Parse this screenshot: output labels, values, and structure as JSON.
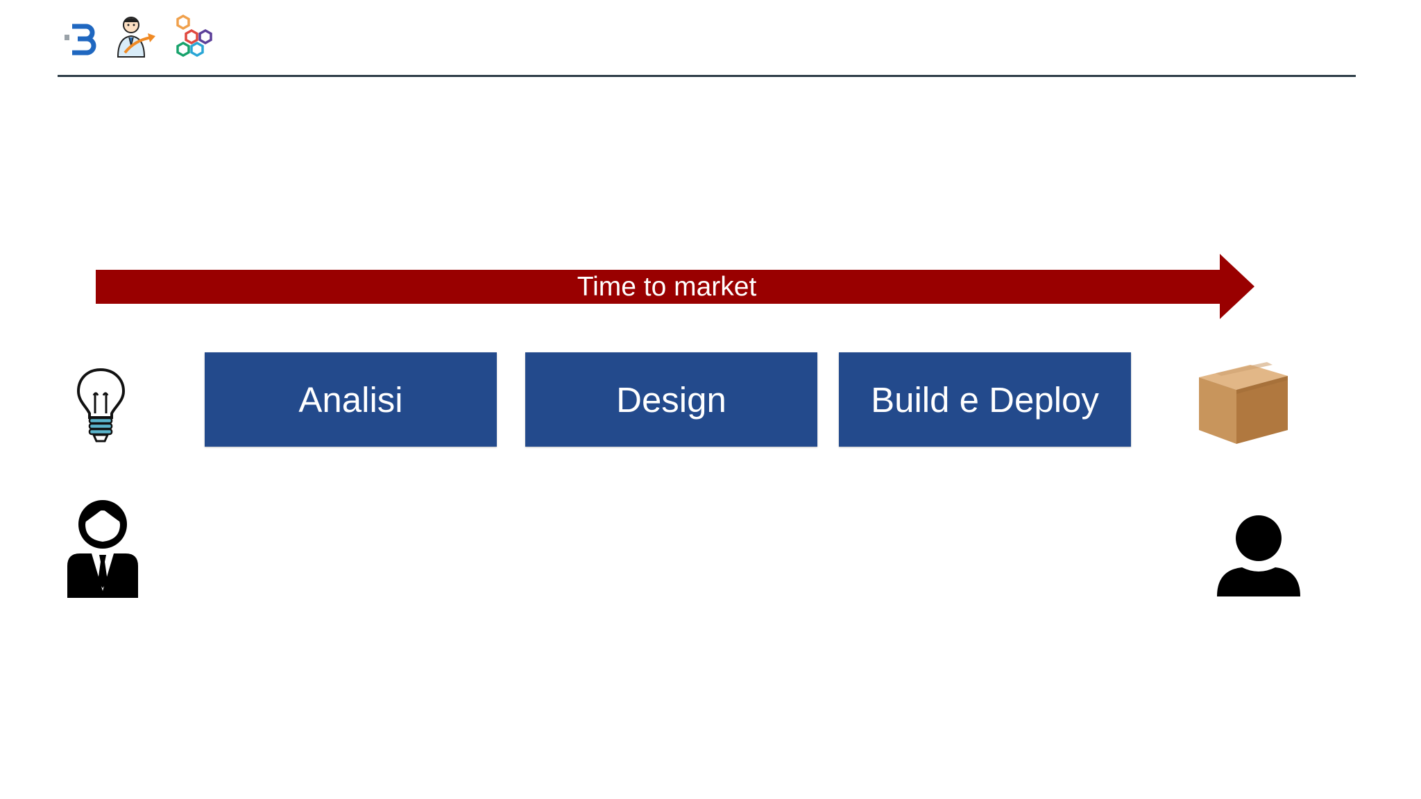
{
  "header": {
    "logos": [
      {
        "icon": "brand-b-logo-icon",
        "color": "#1f67c0"
      },
      {
        "icon": "person-growth-arrow-icon",
        "color": "#f08a24"
      },
      {
        "icon": "hexagon-cluster-icon",
        "colors": [
          "#f0a04b",
          "#e0483f",
          "#5b3f99",
          "#17a26b",
          "#29a6d6"
        ]
      }
    ]
  },
  "diagram": {
    "arrow": {
      "label": "Time to market",
      "color": "#990000"
    },
    "phases": [
      {
        "label": "Analisi",
        "color": "#234a8c"
      },
      {
        "label": "Design",
        "color": "#234a8c"
      },
      {
        "label": "Build e Deploy",
        "color": "#234a8c"
      }
    ],
    "start_icons": [
      "lightbulb-icon",
      "businessman-icon"
    ],
    "end_icons": [
      "cardboard-box-icon",
      "user-icon"
    ]
  }
}
